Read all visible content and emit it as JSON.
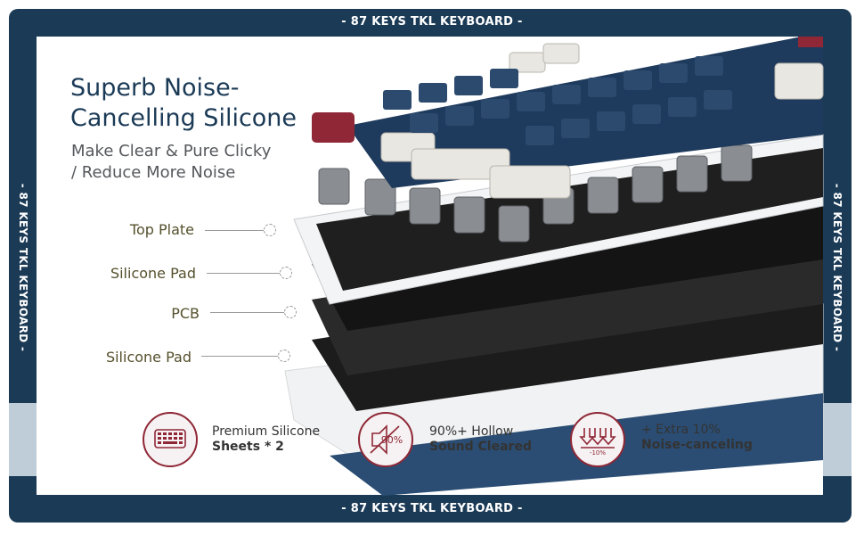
{
  "banner": {
    "top": "- 87 KEYS TKL KEYBOARD -",
    "bottom": "- 87 KEYS TKL KEYBOARD -",
    "left": "- 87 KEYS TKL KEYBOARD -",
    "right": "- 87 KEYS TKL KEYBOARD -"
  },
  "headline": {
    "line1": "Superb Noise-",
    "line2": "Cancelling Silicone"
  },
  "subline": {
    "line1": "Make Clear & Pure Clicky",
    "line2": "/ Reduce More Noise"
  },
  "layers": [
    {
      "label": "Top Plate"
    },
    {
      "label": "Silicone Pad"
    },
    {
      "label": "PCB"
    },
    {
      "label": "Silicone Pad"
    }
  ],
  "features": [
    {
      "line1": "Premium Silicone",
      "line2": "Sheets * 2",
      "icon": "silicone-sheet-icon"
    },
    {
      "line1": "90%+ Hollow",
      "line2": "Sound Cleared",
      "icon": "sound-cleared-icon",
      "icon_text": "90%"
    },
    {
      "line1": "+ Extra 10%",
      "line2": "Noise-canceling",
      "icon": "noise-reduction-icon",
      "icon_text": "-10%"
    }
  ],
  "colors": {
    "navy": "#1b3a56",
    "accent_red": "#8f2736",
    "strip": "#bfcdd8"
  }
}
